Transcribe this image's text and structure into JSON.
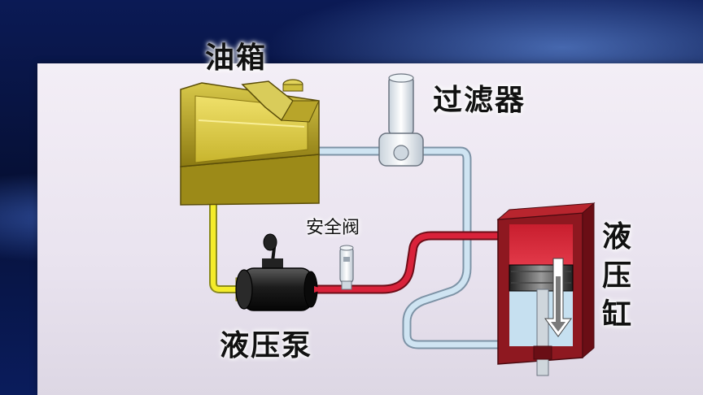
{
  "labels": {
    "tank": "油箱",
    "filter": "过滤器",
    "safety_valve": "安全阀",
    "pump": "液压泵",
    "cylinder": "液压缸"
  },
  "colors": {
    "tank_body": "#c9b52a",
    "oil": "#e4d24a",
    "suction_pipe": "#f3ea2a",
    "pressure_pipe": "#d11f35",
    "return_pipe": "#bcd8ec",
    "cylinder_body": "#a01a20",
    "pump_body": "#1a1a1a"
  }
}
